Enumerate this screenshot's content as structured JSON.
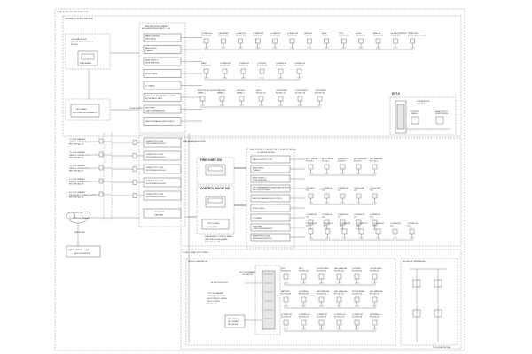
{
  "frame_title": "ZONE A (NEW INTERIOR FACILITY)",
  "zones": {
    "control": "CENTRAL CONTROL BUILDING",
    "station": "FIRE STATION BUILDING",
    "pools": "ZONE C (HEAT POOL)TRIES",
    "substation": "PEG-01 SUBSTATION",
    "elevator": "ELEVATOR TERMINATED"
  },
  "left": {
    "central_room": [
      "CENTRAL ROOM",
      "(FIRE ALARM CONTROL",
      "ROOM)",
      "FIRE ALARM"
    ],
    "ups": [
      "UPS PANEL",
      "(E-POWER REDUNDANCY)"
    ],
    "cabinets": [
      [
        "TO PGS CABINET",
        "(FIRE & CONNECTIVITY)",
        "RECORD AS-25"
      ],
      [
        "TO PGS CABINET",
        "(FIRE & CONNECTIVITY)",
        "RECORD AS-26"
      ],
      [
        "TO PGS CABINET",
        "(FIRE & CONNECTIVITY)",
        "RECORD AS-27"
      ],
      [
        "TO PGS CABINET",
        "(FIRE & CONNECTIVITY)",
        "RECORD AS-28"
      ],
      [
        "TO PGS CABINET",
        "(NETWORK CONNECTIVITY)",
        "RECORD AS-29"
      ]
    ],
    "cloud": "TO ZONE NETWORK",
    "fiber": "FIBER LINK",
    "exterior": [
      "FIBER CABINET - LINK",
      "(AS-3 PUMPING)"
    ],
    "net_label": "1G NETWORK"
  },
  "main_cabinet": {
    "title": [
      "MAIN NETWORK CABINET",
      "INTEGRATION/SECURITY - 106"
    ],
    "modules": [
      "MAIN CONTROL UNIT (NCU)",
      "ARM STATIC 1 (ABEL)",
      "ARM STATIC 2 (SUB STATION)",
      "ROUS LINKS",
      "IO CARDS",
      "ENDPOINT INTERFACE SYSTEM WITH BLAST PATH",
      "NEW FIRE LINKS TERMINATION",
      "BACKUP/WAN ACCESS POINTS"
    ],
    "fiber_modules": [
      "FIBER OPTIC LINK EXTENDER MODULE",
      "FIBER OPTIC LINK EXTENDER MODULE",
      "FIBER OPTIC LINK EXTENDER MODULE",
      "FIBER OPTIC LINK EXTENDER MODULE",
      "FIBER OPTIC LINK EXTENDER MODULE"
    ],
    "gateway": [
      "NTP/SNMP",
      "GATEWAY"
    ]
  },
  "rows": {
    "row1": [
      [
        "CORRIDOR",
        "ROOM 112"
      ],
      [
        "ENGINEER",
        "ROOM 111"
      ],
      [
        "CORRIDOR",
        "ROOM 110"
      ],
      [
        "CORRIDOR",
        "ROOM 113"
      ],
      [
        "CORRIDOR",
        "ROOM 114"
      ],
      [
        "CORRIDOR",
        "ROOM 115"
      ],
      [
        "BRIDGE",
        "TOILET"
      ],
      [
        "SALE",
        "TOILET"
      ],
      [
        "IDLE",
        "ROOM 116"
      ],
      [
        "HVAC",
        "ROOM 117"
      ],
      [
        "BRIDGE",
        "ROOM 118"
      ],
      [
        "IDLE EQUIPMENT",
        "ROOM 119"
      ],
      [
        "TELEPORT",
        "EQUIPMENT ROOM"
      ]
    ],
    "row2": [
      [
        "MAIN",
        "ROOM 101"
      ],
      [
        "CORRIDOR",
        "ROOM 102"
      ],
      [
        "CORRIDOR",
        "ROOM 103"
      ],
      [
        "CONTROL",
        "ROOM 104"
      ],
      [
        "CORRIDOR",
        "ROOM 105"
      ],
      [
        "CORRIDOR",
        "ROOM 106"
      ]
    ],
    "row3": [
      [
        "ELECTRICAL ROOM",
        "PANEL 1"
      ],
      [
        "METERS",
        "PANEL 2"
      ],
      [
        "METERS",
        "PANEL 3"
      ],
      [
        "AUTO",
        "ROOM 121"
      ],
      [
        "CUSTOMER",
        "ROOM 122"
      ],
      [
        "OUTER WALL",
        "ROOM 123"
      ],
      [
        "CUSTOMER",
        "ROOM 124"
      ]
    ]
  },
  "ext_panel": {
    "title": "EXT-5",
    "items": [
      "CONVERSION",
      "ROOM 201",
      "CONTROL",
      "PANEL",
      "ADAPTOR TO",
      "MONITORING"
    ]
  },
  "fire_station": {
    "cabinet_title": [
      "FIRE CONTROL CABINET TELECOMMUNICATIONS",
      "(CONSOLE ROOM)"
    ],
    "fire_chief": "FIRE CHIEF 106",
    "control_room": "CONTROL ROOM 105",
    "gateway": [
      "UPS POWER",
      "(E-POWER)"
    ],
    "modules": [
      "MAIN CONTROL UNIT",
      "ARM STATIC 1 (ABEL)",
      "ARM STATIC 2 (SUB STATION)",
      "PROGRAMMABLE WORKSTATION WITH BLOCKED UPDATE",
      "BACKUP/WAN ACCESS POINTS",
      "ROUS LINKS",
      "IO CARDS",
      "NEW FIRE LINKS TERMINATION",
      "FIBER OPTIC LINK EXTENDER MODULE"
    ],
    "note": [
      "FIRE ALARM CONTROL PANEL",
      "(EXISTING) FIRE ALARM",
      "CENTER IN-LINE"
    ],
    "rows": {
      "r1": [
        [
          "ELECTRICAL",
          "ROOM 1"
        ],
        [
          "ELECTRICAL",
          "ROOM 2"
        ],
        [
          "SPRINKLER",
          "ROOM 3"
        ],
        [
          "MECHANICAL",
          "ROOM 4"
        ],
        [
          "MECHANICAL",
          "ROOM 5"
        ]
      ],
      "r2": [
        [
          "KITCHEN",
          "105"
        ],
        [
          "CORRIDOR",
          "106"
        ],
        [
          "CORRIDOR",
          "107"
        ],
        [
          "TRUCK BAY",
          "108"
        ],
        [
          "TRUCK BAY",
          "109"
        ]
      ],
      "r3": [
        [
          "CORRIDOR",
          "110"
        ],
        [
          "CORRIDOR",
          "111"
        ],
        [
          "CORRIDOR",
          "112"
        ],
        [
          "CORRIDOR",
          "113"
        ],
        [
          "CORRIDOR",
          "114"
        ]
      ],
      "r4": [
        [
          "CORRIDOR",
          "115"
        ],
        [
          "CORRIDOR",
          "116"
        ],
        [
          "CORRIDOR",
          "117"
        ],
        [
          "CORRIDOR",
          "118"
        ],
        [
          "CORRIDOR",
          "119"
        ],
        [
          "CORRIDOR",
          "120"
        ],
        [
          "CORRIDOR",
          "121"
        ]
      ]
    }
  },
  "substation": {
    "cabinet_title": [
      "MCC EQUIPMENT",
      "ROOM 001"
    ],
    "left_labels": [
      "IN SECTION 1G-KT",
      "TO PGS CABINET",
      "CENTRAL CONTROL",
      "DISCONNECT PANEL",
      "MT-CONTROL",
      "PANEL 001"
    ],
    "ups": [
      "UPS PANEL",
      "(E-POWER)",
      "ROOM 008"
    ],
    "row1": [
      [
        "MCC",
        "ROOM 002"
      ],
      [
        "MCC",
        "ROOM 003"
      ],
      [
        "OUTER WALL",
        "ROOM 004"
      ],
      [
        "MECHANICAL",
        "ROOM 005"
      ],
      [
        "OUTSIDE",
        "ROOM 006"
      ],
      [
        "OUTER WALL",
        "ROOM 007"
      ]
    ],
    "row2": [
      [
        "BATTERY",
        "ROOM 008"
      ],
      [
        "STORAGE",
        "ROOM 009"
      ],
      [
        "MECHANICAL",
        "ROOM 010"
      ],
      [
        "MECHANICAL",
        "ROOM 011"
      ],
      [
        "FILTER AREA",
        "ROOM 012"
      ],
      [
        "MECHANICAL",
        "ROOM 013"
      ]
    ],
    "row3": [
      [
        "CORRIDOR",
        "ROOM 014"
      ],
      [
        "CORRIDOR",
        "ROOM 015"
      ],
      [
        "CORRIDOR",
        "ROOM 016"
      ],
      [
        "CORRIDOR",
        "ROOM 017"
      ],
      [
        "CORRIDOR",
        "ROOM 018"
      ],
      [
        "HYDRAULIC",
        "ROOM 019"
      ]
    ]
  },
  "elevator_note": "TO ELEVATOR CAB"
}
